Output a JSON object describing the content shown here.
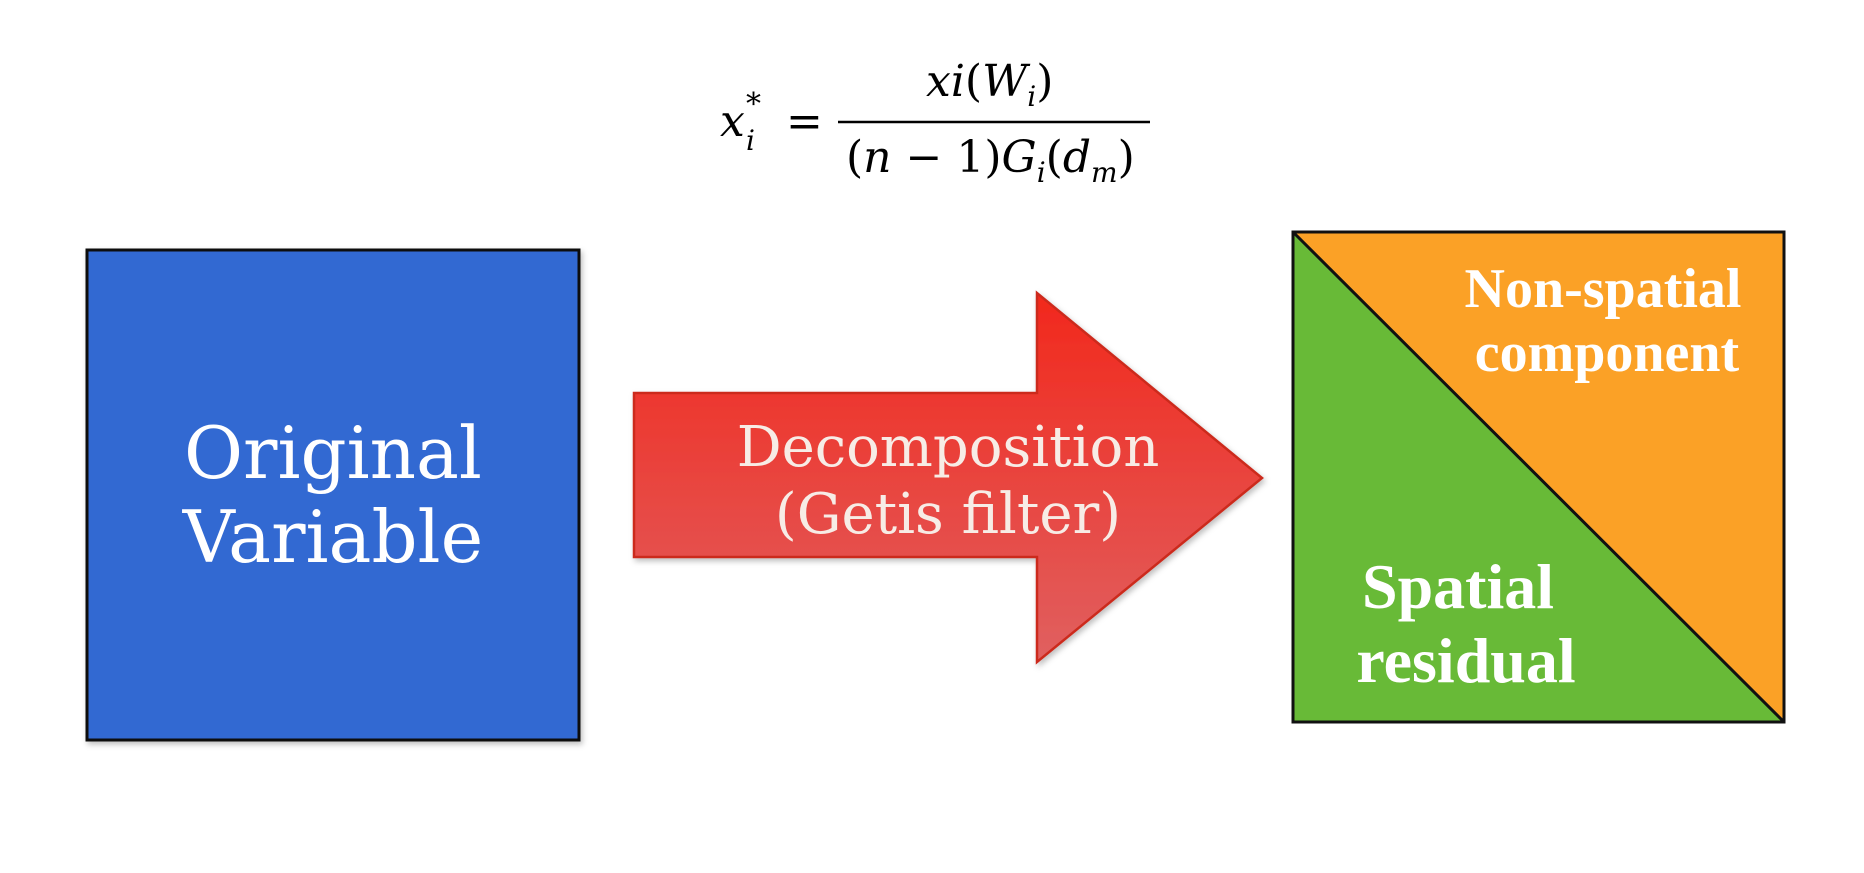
{
  "formula": {
    "lhs_var": "x",
    "lhs_sup": "*",
    "lhs_sub": "i",
    "equals": "=",
    "num_xi": "xi",
    "num_open": "(",
    "num_W": "W",
    "num_W_sub": "i",
    "num_close": ")",
    "den_open": "(",
    "den_n": "n",
    "den_minus_1": " − 1",
    "den_close": ")",
    "den_G": "G",
    "den_G_sub": "i",
    "den_open2": "(",
    "den_d": "d",
    "den_d_sub": "m",
    "den_close2": ")"
  },
  "original_box": {
    "line1": "Original",
    "line2": "Variable",
    "color": "#3269d2"
  },
  "arrow": {
    "line1": "Decomposition",
    "line2": "(Getis filter)",
    "color_top": "#f2281c",
    "color_bottom": "#e06060"
  },
  "result_box": {
    "nonspatial_line1": "Non-spatial",
    "nonspatial_line2": "component",
    "spatial_line1": "Spatial",
    "spatial_line2": "residual",
    "orange": "#fba126",
    "green": "#68ba37"
  }
}
